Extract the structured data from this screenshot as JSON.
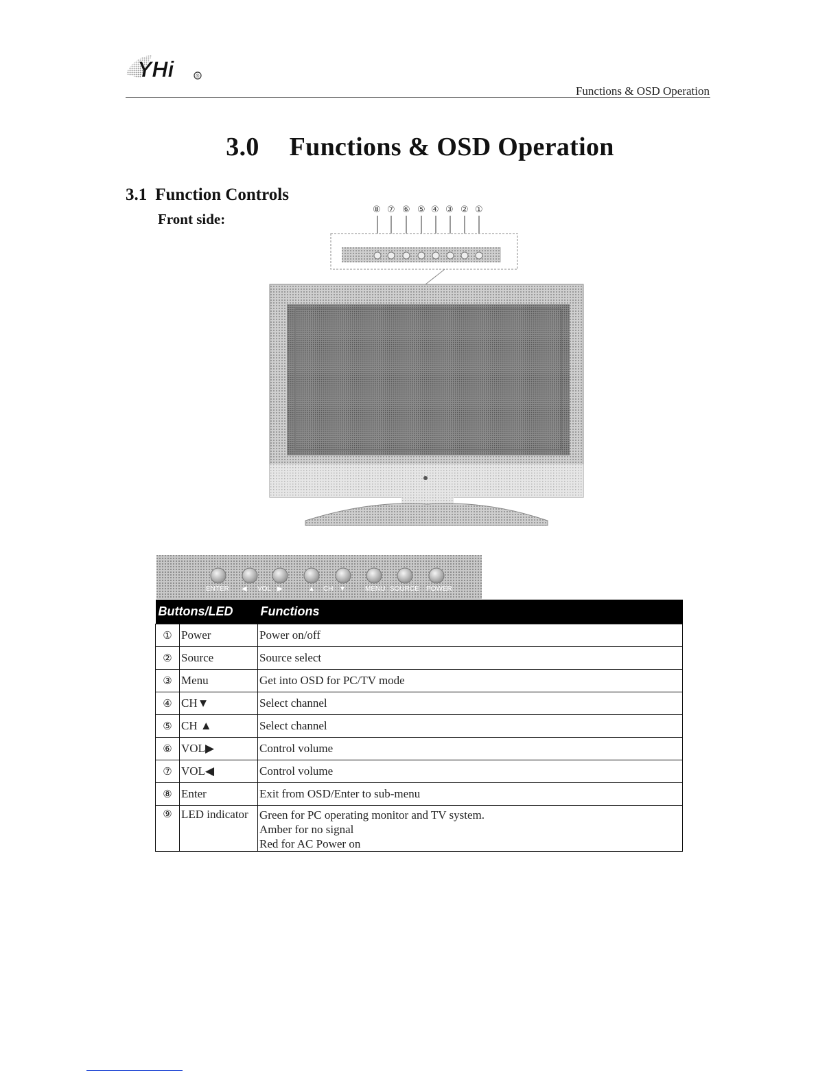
{
  "header": {
    "logo_text": "YHi",
    "running_title": "Functions & OSD Operation"
  },
  "chapter": {
    "number": "3.0",
    "title": "Functions & OSD Operation"
  },
  "section": {
    "number": "3.1",
    "title": "Function Controls"
  },
  "subsection": {
    "title": "Front side:"
  },
  "tv_figure": {
    "callouts": [
      "⑧",
      "⑦",
      "⑥",
      "⑤",
      "④",
      "③",
      "②",
      "①"
    ]
  },
  "button_panel": {
    "labels": [
      "ENTER",
      "◀",
      "VOL",
      "▶",
      "▲",
      "CH",
      "▼",
      "MENU",
      "SOURCE",
      "POWER"
    ]
  },
  "table": {
    "headers": [
      "Buttons/LED",
      "Functions"
    ],
    "rows": [
      {
        "num": "①",
        "button": "Power",
        "function": "Power on/off"
      },
      {
        "num": "②",
        "button": "Source",
        "function": "Source select"
      },
      {
        "num": "③",
        "button": "Menu",
        "function": "Get into OSD for PC/TV mode"
      },
      {
        "num": "④",
        "button": "CH▼",
        "function": "Select channel"
      },
      {
        "num": "⑤",
        "button": "CH ▲",
        "function": "Select channel"
      },
      {
        "num": "⑥",
        "button": "VOL▶",
        "function": "Control volume"
      },
      {
        "num": "⑦",
        "button": "VOL◀",
        "function": "Control volume"
      },
      {
        "num": "⑧",
        "button": "Enter",
        "function": "Exit from OSD/Enter to sub-menu"
      },
      {
        "num": "⑨",
        "button": "LED indicator",
        "function_lines": [
          "Green for PC operating monitor and TV system.",
          "Amber for no signal",
          "Red for AC Power on"
        ]
      }
    ]
  }
}
